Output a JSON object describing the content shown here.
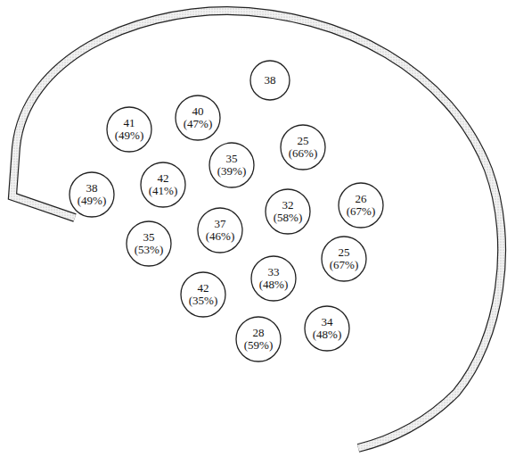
{
  "diagram": {
    "nodes": [
      {
        "text": [
          "38"
        ]
      },
      {
        "text": [
          "40",
          "(47%)"
        ]
      },
      {
        "text": [
          "41",
          "(49%)"
        ]
      },
      {
        "text": [
          "25",
          "(66%)"
        ]
      },
      {
        "text": [
          "35",
          "(39%)"
        ]
      },
      {
        "text": [
          "42",
          "(41%)"
        ]
      },
      {
        "text": [
          "38",
          "(49%)"
        ]
      },
      {
        "text": [
          "26",
          "(67%)"
        ]
      },
      {
        "text": [
          "32",
          "(58%)"
        ]
      },
      {
        "text": [
          "37",
          "(46%)"
        ]
      },
      {
        "text": [
          "35",
          "(53%)"
        ]
      },
      {
        "text": [
          "25",
          "(67%)"
        ]
      },
      {
        "text": [
          "33",
          "(48%)"
        ]
      },
      {
        "text": [
          "42",
          "(35%)"
        ]
      },
      {
        "text": [
          "34",
          "(48%)"
        ]
      },
      {
        "text": [
          "28",
          "(59%)"
        ]
      }
    ]
  }
}
